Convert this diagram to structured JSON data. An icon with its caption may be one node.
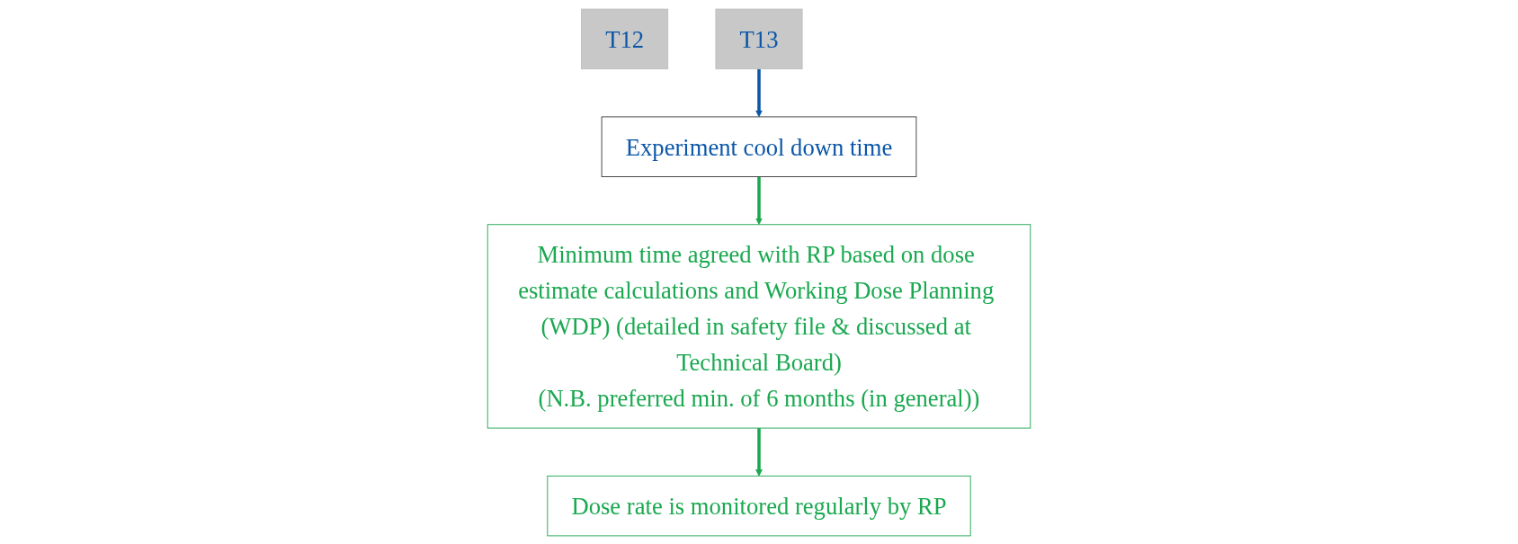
{
  "diagram": {
    "nodes": [
      {
        "text": [
          "T12"
        ]
      },
      {
        "text": [
          "T13"
        ]
      },
      {
        "text": [
          "Experiment cool down time"
        ]
      },
      {
        "text": [
          "Dose rate is monitored regularly by RP"
        ]
      },
      {
        "text": [
          "Minimum time agreed with RP based on dose estimate calculations and Working Dose Planning (WDP) (detailed in safety file & discussed at Technical Board)",
          "(N.B. preferred min. of 6 months (in general))"
        ]
      }
    ],
    "edges": [
      {
        "from": 1,
        "to": 2,
        "arrow": "to",
        "color": "#0b56a8"
      },
      {
        "from": 2,
        "to": 4,
        "arrow": "to"
      },
      {
        "from": 4,
        "to": 3,
        "arrow": "to"
      }
    ]
  }
}
